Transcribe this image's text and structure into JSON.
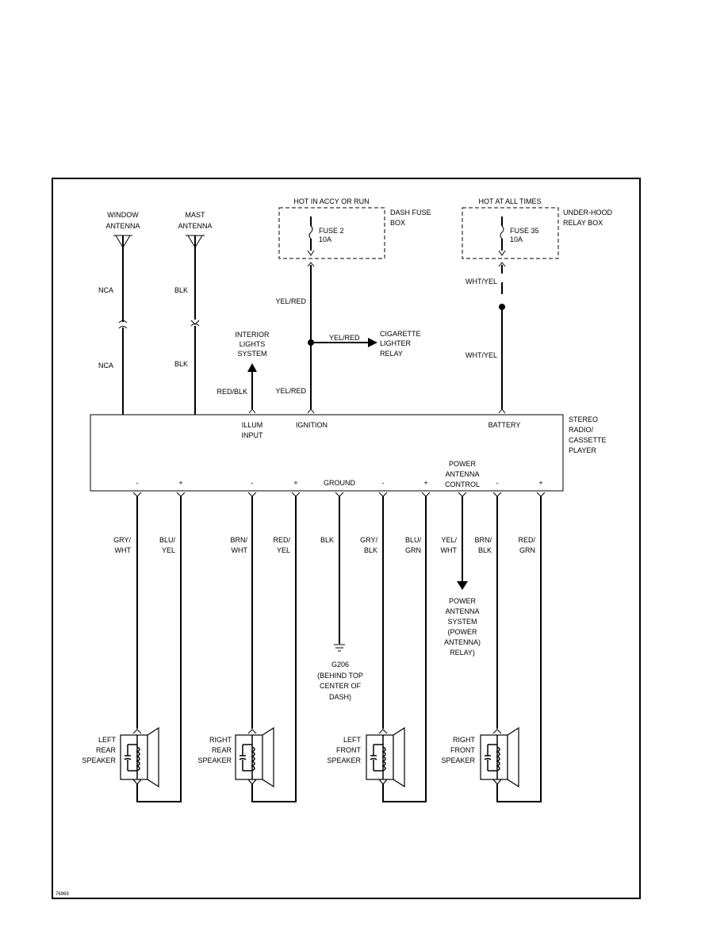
{
  "figure_id": "76969",
  "top_labels": {
    "hot_accy_run": "HOT IN ACCY OR RUN",
    "hot_all_times": "HOT AT ALL TIMES",
    "dash_fuse_box": [
      "DASH FUSE",
      "BOX"
    ],
    "underhood_box": [
      "UNDER-HOOD",
      "RELAY BOX"
    ],
    "fuse2": [
      "FUSE 2",
      "10A"
    ],
    "fuse35": [
      "FUSE 35",
      "10A"
    ]
  },
  "antennas": {
    "window": [
      "WINDOW",
      "ANTENNA"
    ],
    "mast": [
      "MAST",
      "ANTENNA"
    ]
  },
  "wires_upper": {
    "nca_top": "NCA",
    "nca_bottom": "NCA",
    "blk_top": "BLK",
    "blk_bottom": "BLK",
    "red_blk": "RED/BLK",
    "yel_red_top": "YEL/RED",
    "yel_red_branch": "YEL/RED",
    "yel_red_bottom": "YEL/RED",
    "wht_yel_top": "WHT/YEL",
    "wht_yel_bottom": "WHT/YEL"
  },
  "destinations": {
    "interior_lights": [
      "INTERIOR",
      "LIGHTS",
      "SYSTEM"
    ],
    "cigarette_relay": [
      "CIGARETTE",
      "LIGHTER",
      "RELAY"
    ]
  },
  "unit": {
    "name": [
      "STEREO",
      "RADIO/",
      "CASSETTE",
      "PLAYER"
    ],
    "illum": [
      "ILLUM",
      "INPUT"
    ],
    "ignition": "IGNITION",
    "battery": "BATTERY",
    "ground": "GROUND",
    "power_antenna_control": [
      "POWER",
      "ANTENNA",
      "CONTROL"
    ],
    "signs": [
      "-",
      "+",
      "-",
      "+",
      "-",
      "+",
      "-",
      "+"
    ]
  },
  "wires_lower": {
    "lr_neg": [
      "GRY/",
      "WHT"
    ],
    "lr_pos": [
      "BLU/",
      "YEL"
    ],
    "rr_neg": [
      "BRN/",
      "WHT"
    ],
    "rr_pos": [
      "RED/",
      "YEL"
    ],
    "gnd": "BLK",
    "lf_neg": [
      "GRY/",
      "BLK"
    ],
    "lf_pos": [
      "BLU/",
      "GRN"
    ],
    "pa": [
      "YEL/",
      "WHT"
    ],
    "rf_neg": [
      "BRN/",
      "BLK"
    ],
    "rf_pos": [
      "RED/",
      "GRN"
    ]
  },
  "ground_point": [
    "G206",
    "(BEHIND TOP",
    "CENTER OF",
    "DASH)"
  ],
  "power_antenna_system": [
    "POWER",
    "ANTENNA",
    "SYSTEM",
    "(POWER",
    "ANTENNA)",
    "RELAY)"
  ],
  "speakers": {
    "left_rear": [
      "LEFT",
      "REAR",
      "SPEAKER"
    ],
    "right_rear": [
      "RIGHT",
      "REAR",
      "SPEAKER"
    ],
    "left_front": [
      "LEFT",
      "FRONT",
      "SPEAKER"
    ],
    "right_front": [
      "RIGHT",
      "FRONT",
      "SPEAKER"
    ]
  }
}
